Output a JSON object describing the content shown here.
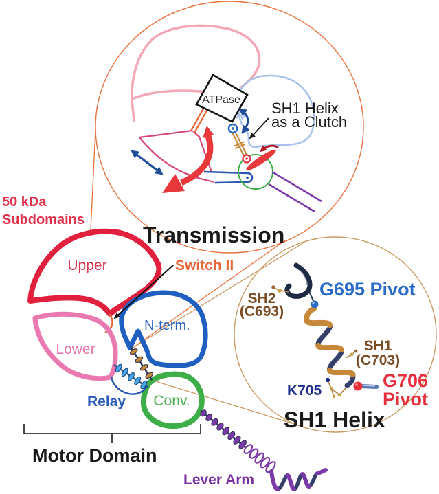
{
  "colors": {
    "transmission_circle": "#e8703c",
    "sh1_circle": "#c99a60",
    "upper_domain": "#e0203c",
    "upper_domain_magnified": "#f3a8b8",
    "lower_domain": "#eb79b1",
    "lower_domain_magnified": "#d6457e",
    "n_terminal": "#1e5fc0",
    "n_terminal_magnified": "#a9c3ea",
    "converter": "#3dae48",
    "relay": "#2a56b0",
    "relay_helix": "#4aa8e8",
    "lever_arm": "#7b3aa8",
    "switch_ii": "#e8683a",
    "sh1_helix": "#c8883a",
    "helix_backbone": "#34406a",
    "motion_arrow": "#1f4d9a",
    "rotation_arrow": "#e8383b",
    "label_dark": "#1a1a1a",
    "label_subdomains": "#e0304a",
    "label_upper": "#d8354d",
    "label_lower": "#e578ae",
    "label_n_term": "#2a64c0",
    "label_converter": "#4cae4c",
    "label_relay": "#2a5cb8",
    "label_lever_arm": "#7b2fa0",
    "label_cysteine": "#7a4c24",
    "label_g695": "#2a6cc8",
    "label_k705": "#1e2e8c",
    "label_g706": "#e8303c"
  },
  "transmission_panel": {
    "title": "Transmission",
    "atpase_label": "ATPase",
    "clutch_label": [
      "SH1 Helix",
      "as a Clutch"
    ]
  },
  "motor_domain": {
    "title": "Motor Domain",
    "subdomains_label": [
      "50 kDa",
      "Subdomains"
    ],
    "switch_ii_label": "Switch II",
    "upper_label": "Upper",
    "lower_label": "Lower",
    "n_term_label": "N-term.",
    "converter_label": "Conv.",
    "relay_label": "Relay",
    "lever_arm_label": "Lever Arm"
  },
  "sh1_helix_panel": {
    "title": "SH1 Helix",
    "sh2_label": [
      "SH2",
      "(C693)"
    ],
    "g695_label": "G695 Pivot",
    "sh1_label": [
      "SH1",
      "(C703)"
    ],
    "k705_label": "K705",
    "g706_label": [
      "G706",
      "Pivot"
    ]
  }
}
